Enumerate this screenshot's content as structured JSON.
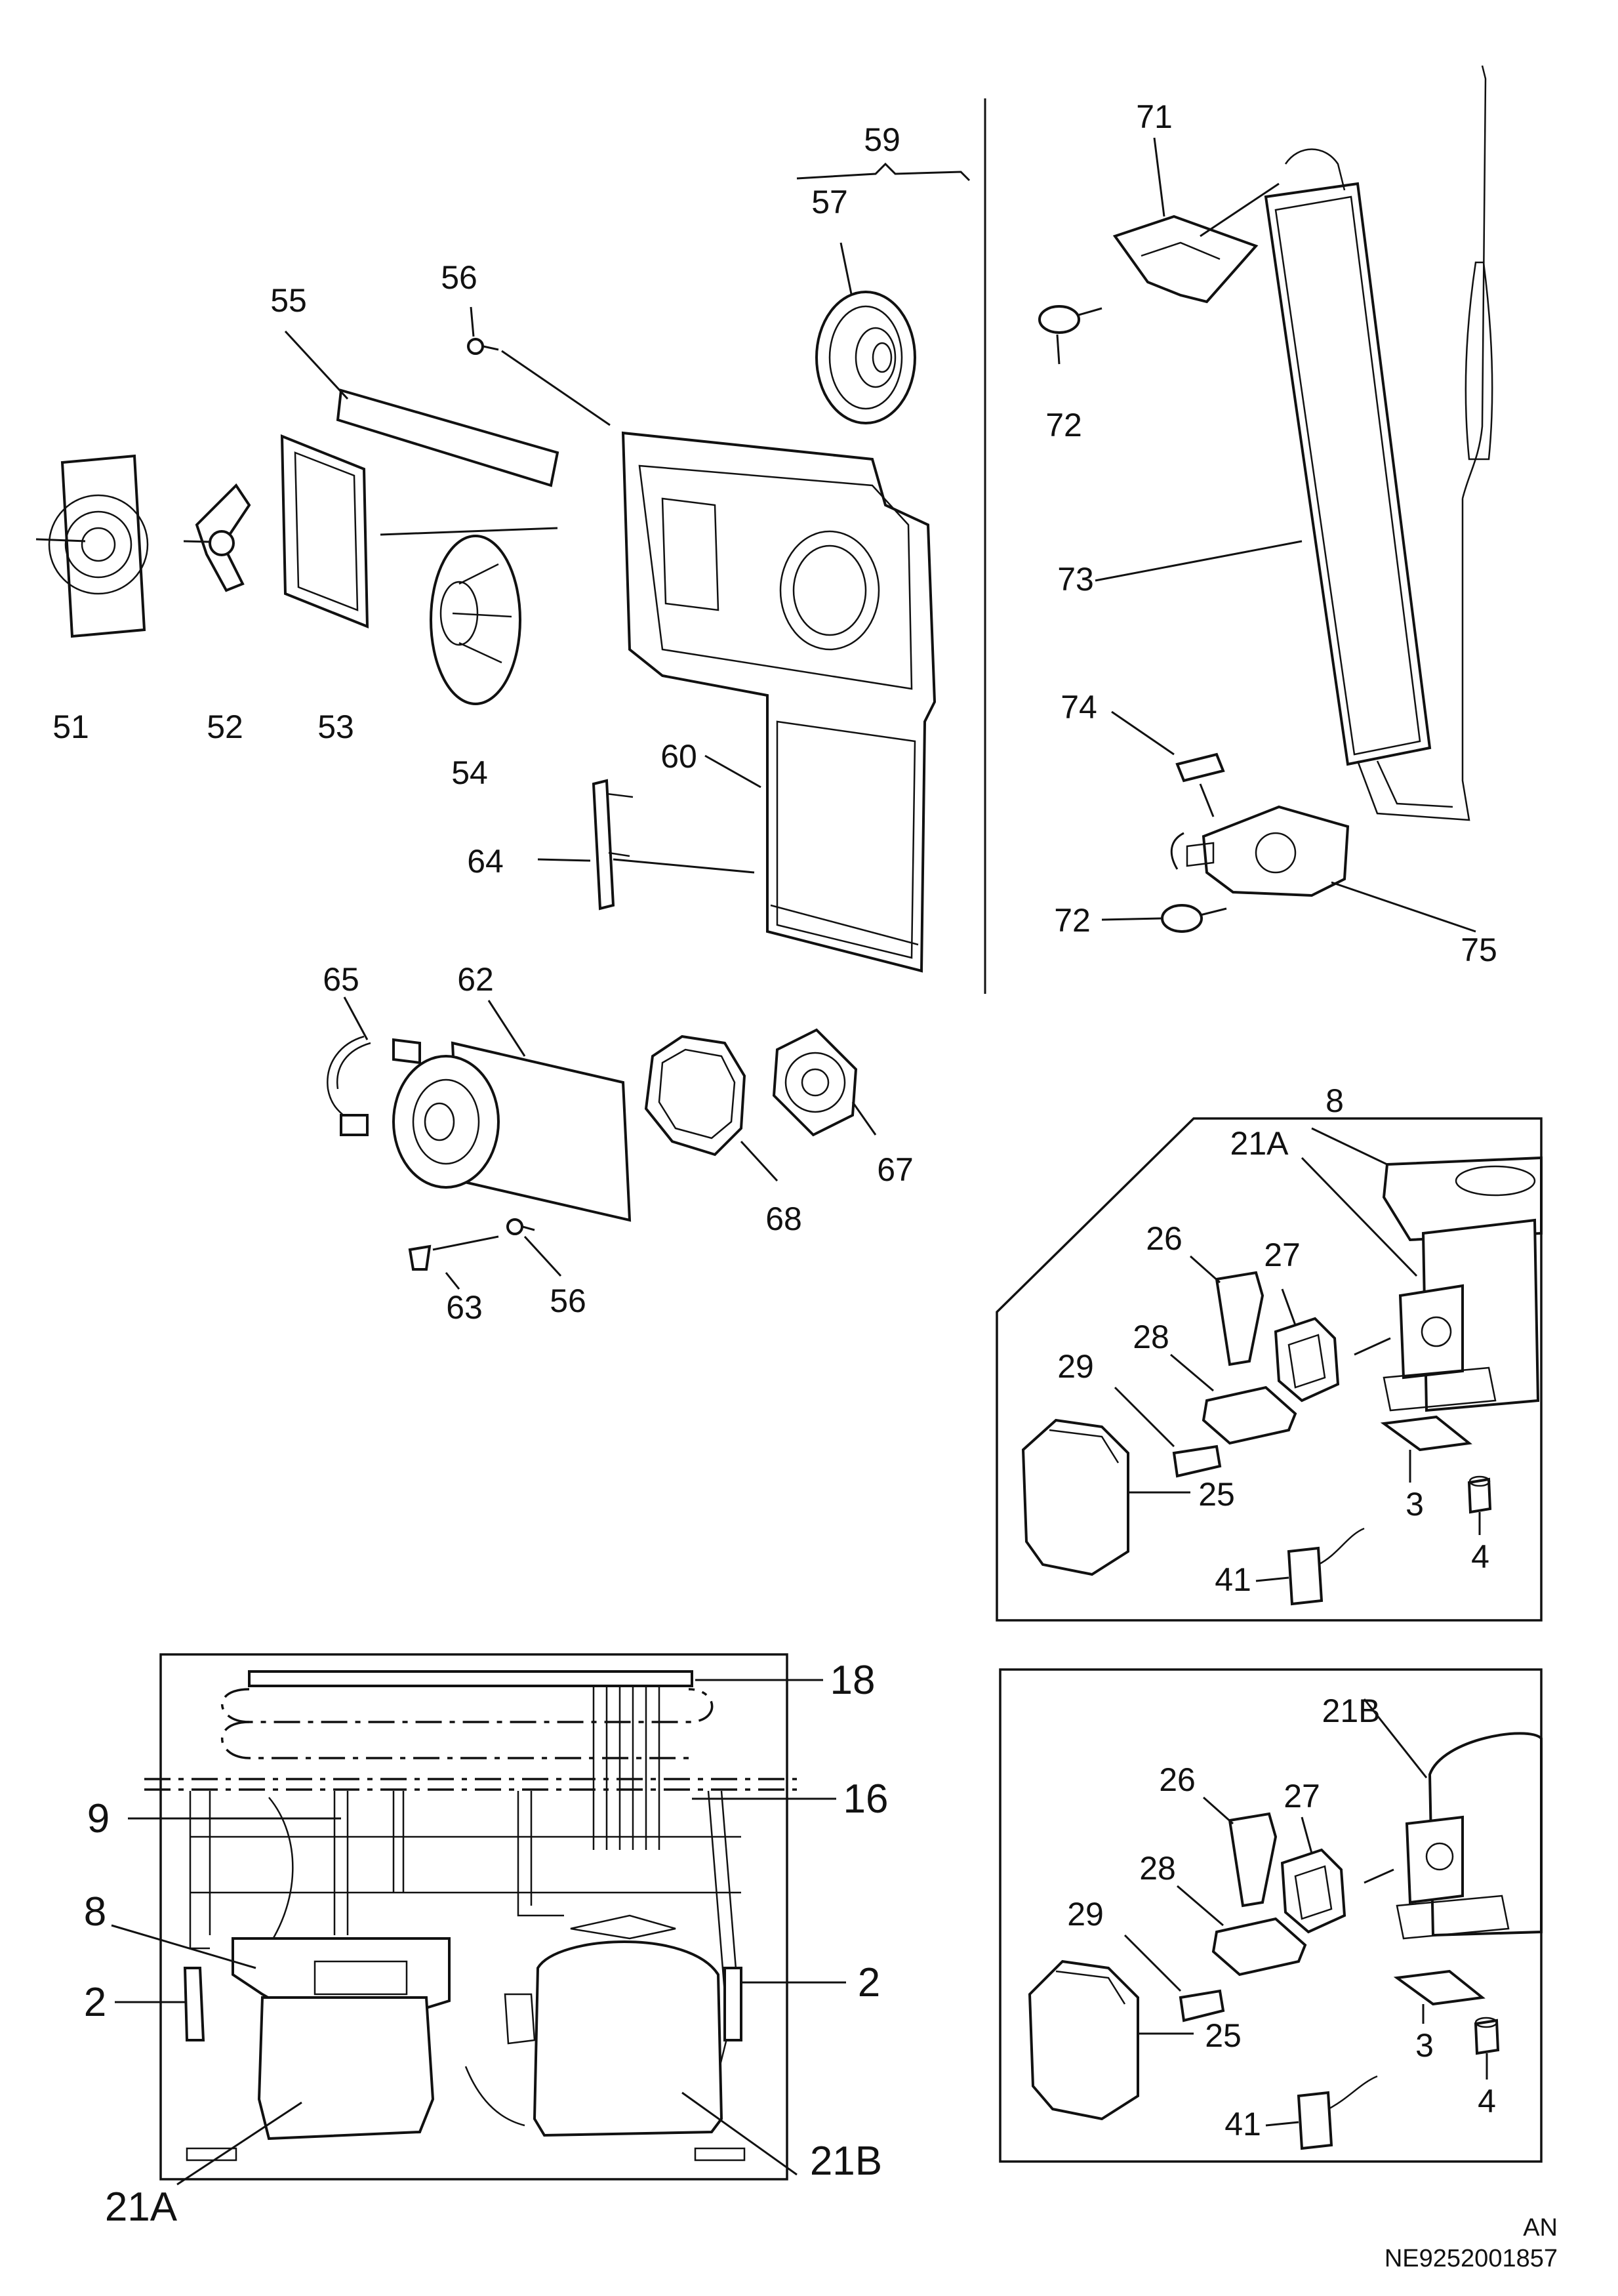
{
  "labels": {
    "l51": "51",
    "l52": "52",
    "l53": "53",
    "l54": "54",
    "l55": "55",
    "l56a": "56",
    "l56b": "56",
    "l57": "57",
    "l59": "59",
    "l60": "60",
    "l62": "62",
    "l63": "63",
    "l64": "64",
    "l65": "65",
    "l67": "67",
    "l68": "68",
    "l71": "71",
    "l72a": "72",
    "l72b": "72",
    "l73": "73",
    "l74": "74",
    "l75": "75",
    "a8": "8",
    "a21A": "21A",
    "a26": "26",
    "a27": "27",
    "a28": "28",
    "a29": "29",
    "a25": "25",
    "a3": "3",
    "a4": "4",
    "a41": "41",
    "b21B": "21B",
    "b26": "26",
    "b27": "27",
    "b28": "28",
    "b29": "29",
    "b25": "25",
    "b3": "3",
    "b4": "4",
    "b41": "41",
    "c18": "18",
    "c16": "16",
    "c9": "9",
    "c8": "8",
    "c2a": "2",
    "c2b": "2",
    "c21A": "21A",
    "c21B": "21B"
  },
  "footer": {
    "lang": "AN",
    "code": "NE9252001857"
  }
}
